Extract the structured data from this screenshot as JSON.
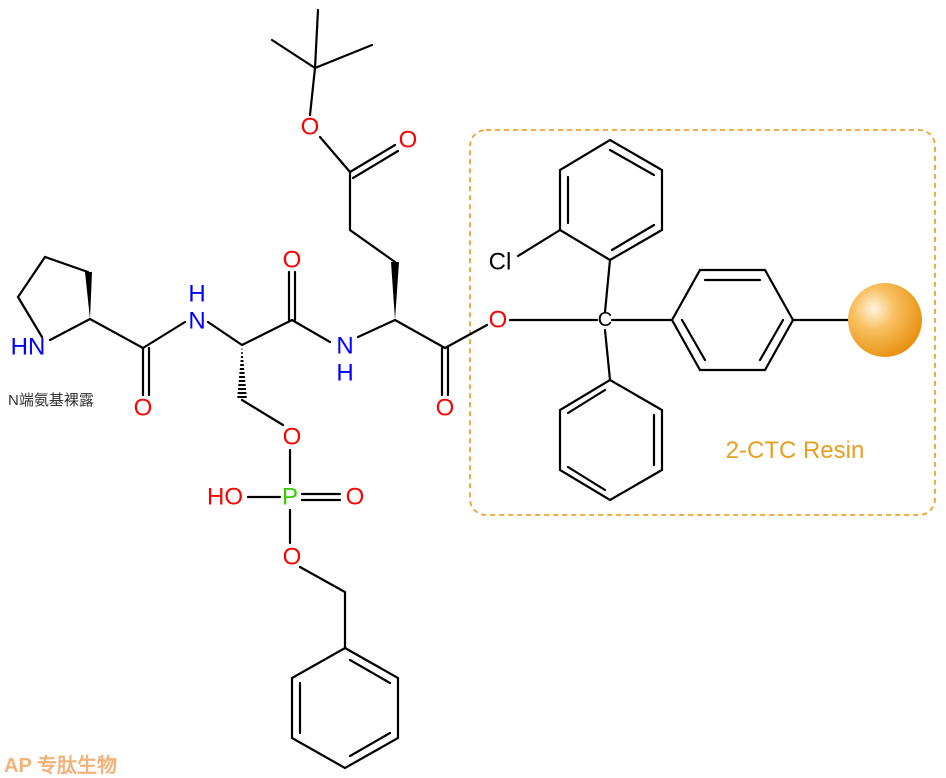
{
  "atoms": {
    "hn_pro": "HN",
    "n_h1": "H",
    "n_1": "N",
    "n_2": "N",
    "n_h2": "H",
    "o_pro": "O",
    "o_ser": "O",
    "o_glu": "O",
    "o_ser_side": "O",
    "p": "P",
    "ho": "HO",
    "o_p_double": "O",
    "o_p_bn": "O",
    "o_glu_side_double": "O",
    "o_glu_side_ester": "O",
    "o_ester": "O",
    "c_trityl": "C",
    "cl": "Cl"
  },
  "annotation_n_terminal": "N端氨基裸露",
  "resin_label": "2-CTC Resin",
  "logo_text": "AP 专肽生物",
  "colors": {
    "oxygen": "#FF0000",
    "nitrogen": "#0000FF",
    "phosphorus": "#33CC00",
    "resin": "#E6A020",
    "bead": "#F5A623"
  }
}
